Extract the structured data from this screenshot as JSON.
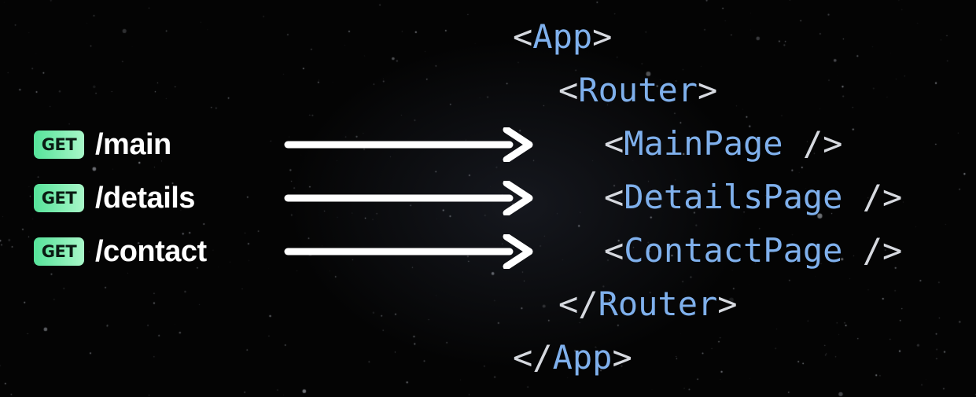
{
  "routes": [
    {
      "method": "GET",
      "path": "/main"
    },
    {
      "method": "GET",
      "path": "/details"
    },
    {
      "method": "GET",
      "path": "/contact"
    }
  ],
  "tree": {
    "app_open": {
      "open": "<",
      "name": "App",
      "close": ">"
    },
    "router_open": {
      "open": "<",
      "name": "Router",
      "close": ">"
    },
    "pages": [
      {
        "open": "<",
        "name": "MainPage",
        "close": " />"
      },
      {
        "open": "<",
        "name": "DetailsPage",
        "close": " />"
      },
      {
        "open": "<",
        "name": "ContactPage",
        "close": " />"
      }
    ],
    "router_close": {
      "open": "</",
      "name": "Router",
      "close": ">"
    },
    "app_close": {
      "open": "</",
      "name": "App",
      "close": ">"
    }
  },
  "colors": {
    "badge_gradient_start": "#56e39a",
    "badge_gradient_end": "#a8f7c8",
    "route_text": "#ffffff",
    "arrow": "#ffffff",
    "tag_punctuation": "#d6d9df",
    "tag_name": "#7fb0ec",
    "background": "#040404"
  }
}
